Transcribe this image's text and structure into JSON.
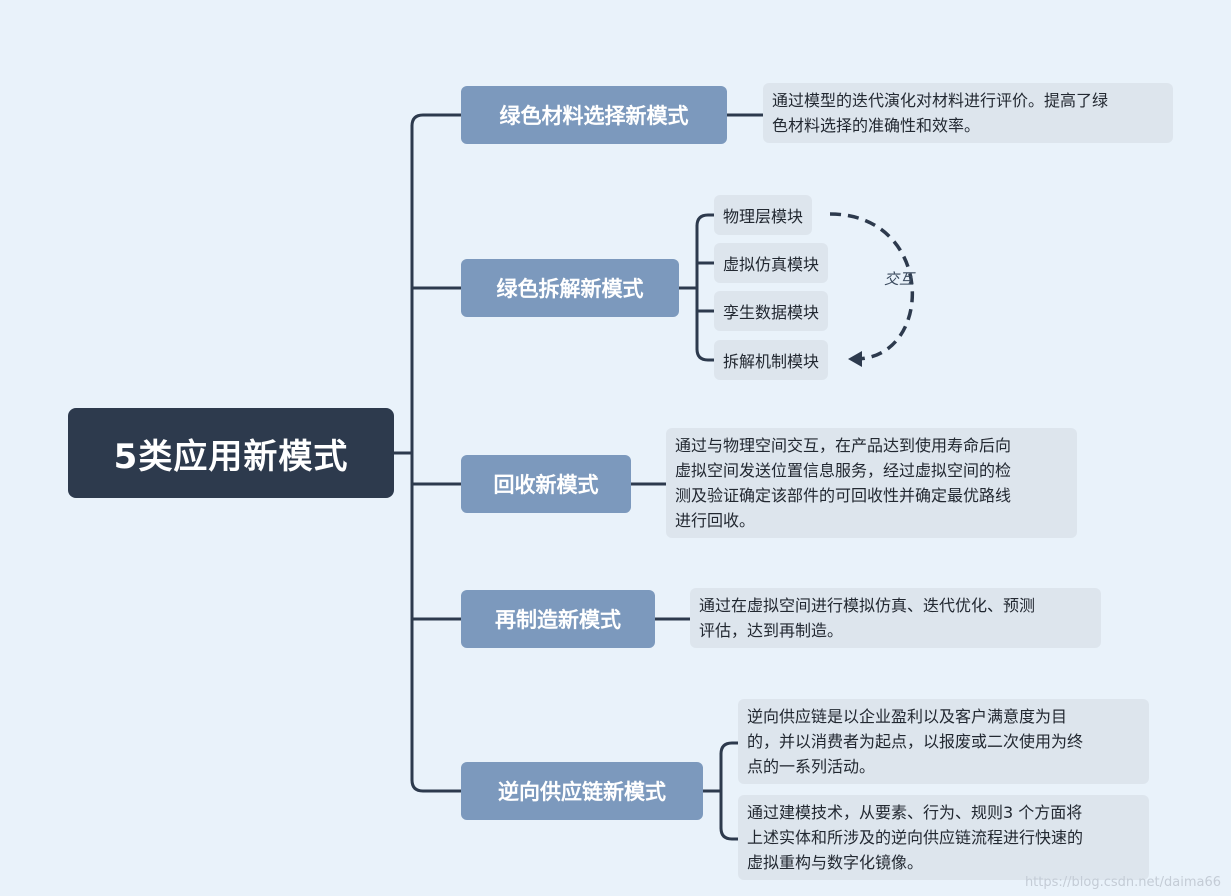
{
  "root": {
    "label": "5类应用新模式"
  },
  "modes": [
    {
      "label": "绿色材料选择新模式"
    },
    {
      "label": "绿色拆解新模式"
    },
    {
      "label": "回收新模式"
    },
    {
      "label": "再制造新模式"
    },
    {
      "label": "逆向供应链新模式"
    }
  ],
  "descriptions": {
    "material": "通过模型的迭代演化对材料进行评价。提高了绿\n色材料选择的准确性和效率。",
    "recycle": "通过与物理空间交互，在产品达到使用寿命后向\n虚拟空间发送位置信息服务，经过虚拟空间的检\n测及验证确定该部件的可回收性并确定最优路线\n进行回收。",
    "reman": "通过在虚拟空间进行模拟仿真、迭代优化、预测\n评估，达到再制造。",
    "supply1": "逆向供应链是以企业盈利以及客户满意度为目\n的，并以消费者为起点，以报废或二次使用为终\n点的一系列活动。",
    "supply2": "通过建模技术，从要素、行为、规则3 个方面将\n上述实体和所涉及的逆向供应链流程进行快速的\n虚拟重构与数字化镜像。"
  },
  "disassembly_modules": [
    {
      "label": "物理层模块"
    },
    {
      "label": "虚拟仿真模块"
    },
    {
      "label": "孪生数据模块"
    },
    {
      "label": "拆解机制模块"
    }
  ],
  "interaction_label": "交互",
  "watermark": "https://blog.csdn.net/daima66",
  "colors": {
    "background": "#e9f2fa",
    "root_fill": "#2d3a4d",
    "mode_fill": "#7c99bd",
    "desc_fill": "#dde5ed",
    "connector": "#2d3a4d"
  }
}
